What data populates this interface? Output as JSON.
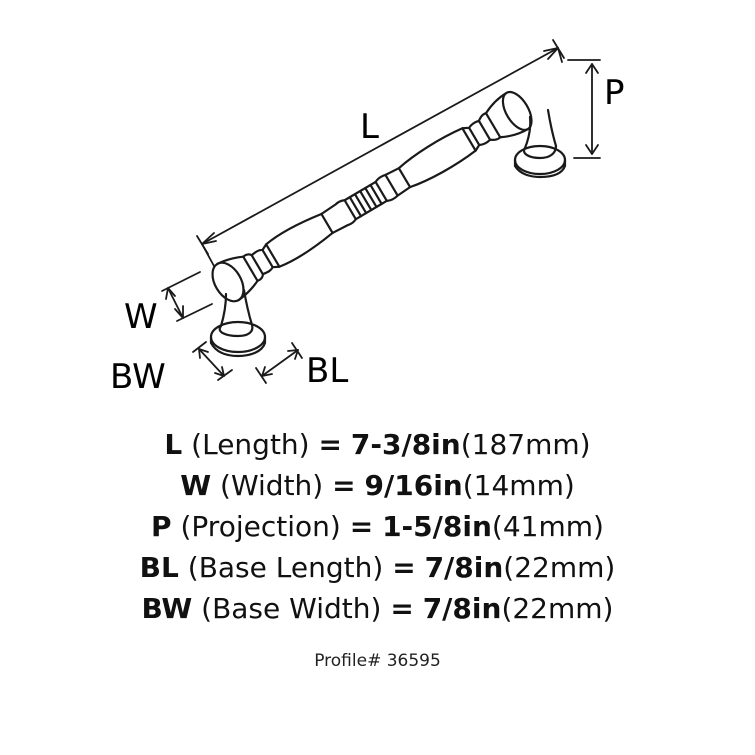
{
  "diagram": {
    "labels": {
      "length": "L",
      "width": "W",
      "projection": "P",
      "base_length": "BL",
      "base_width": "BW"
    }
  },
  "specs": [
    {
      "key": "L",
      "name": "(Length)",
      "eq": "=",
      "value": "7-3/8in",
      "metric": "(187mm)"
    },
    {
      "key": "W",
      "name": "(Width)",
      "eq": "=",
      "value": "9/16in",
      "metric": "(14mm)"
    },
    {
      "key": "P",
      "name": "(Projection)",
      "eq": "=",
      "value": "1-5/8in",
      "metric": "(41mm)"
    },
    {
      "key": "BL",
      "name": "(Base Length)",
      "eq": "=",
      "value": "7/8in",
      "metric": "(22mm)"
    },
    {
      "key": "BW",
      "name": "(Base Width)",
      "eq": "=",
      "value": "7/8in",
      "metric": "(22mm)"
    }
  ],
  "profile": "Profile# 36595"
}
